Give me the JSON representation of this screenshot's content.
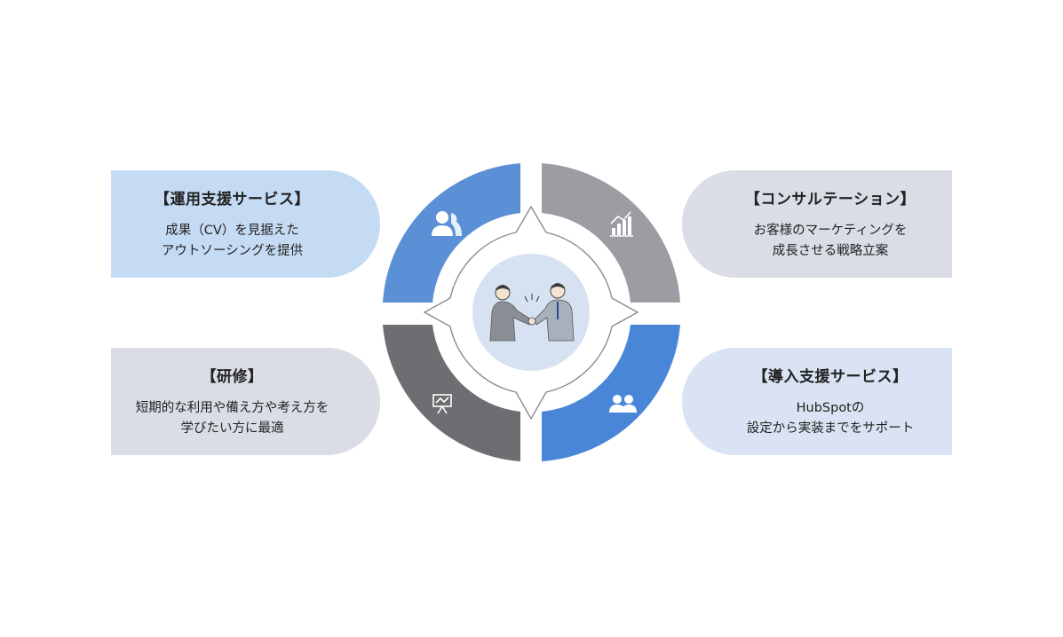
{
  "colors": {
    "blue_light": "#c5dbf4",
    "blue_pale": "#d9e3f3",
    "gray_light": "#dadde5",
    "seg_blue": "#5b8fd6",
    "seg_blue2": "#4a86d8",
    "seg_gray": "#9b9da2",
    "seg_dark": "#6d6e71",
    "center_circle": "#d6e1f1"
  },
  "cards": {
    "operation": {
      "title": "【運用支援サービス】",
      "lines": [
        "成果（CV）を見据えた",
        "アウトソーシングを提供"
      ],
      "icon": "user-icon"
    },
    "consulting": {
      "title": "【コンサルテーション】",
      "lines": [
        "お客様のマーケティングを",
        "成長させる戦略立案"
      ],
      "icon": "chart-icon"
    },
    "training": {
      "title": "【研修】",
      "lines": [
        "短期的な利用や備え方や考え方を",
        "学びたい方に最適"
      ],
      "icon": "presentation-icon"
    },
    "implementation": {
      "title": "【導入支援サービス】",
      "lines": [
        "HubSpotの",
        "設定から実装までをサポート"
      ],
      "icon": "users-icon"
    }
  },
  "center": {
    "image": "handshake-illustration"
  }
}
